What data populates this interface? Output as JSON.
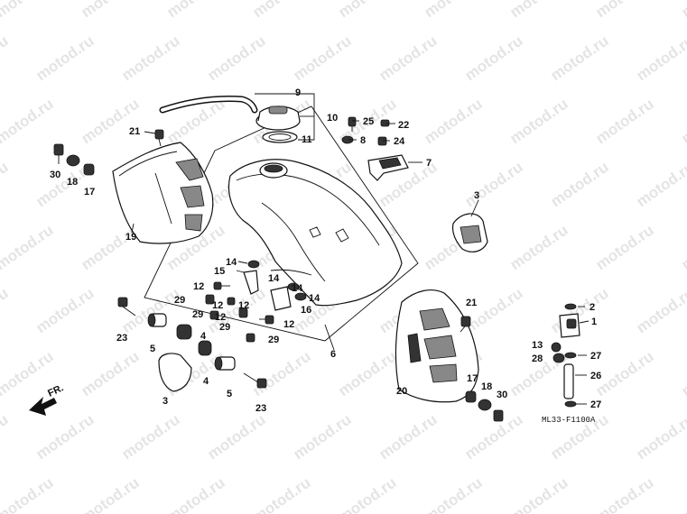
{
  "diagram": {
    "code": "ML33-F1100A",
    "direction_label": "FR.",
    "watermark": "motod.ru",
    "callouts": [
      {
        "id": "c9",
        "text": "9"
      },
      {
        "id": "c10",
        "text": "10"
      },
      {
        "id": "c11",
        "text": "11"
      },
      {
        "id": "c25",
        "text": "25"
      },
      {
        "id": "c22",
        "text": "22"
      },
      {
        "id": "c8",
        "text": "8"
      },
      {
        "id": "c24",
        "text": "24"
      },
      {
        "id": "c7",
        "text": "7"
      },
      {
        "id": "c21a",
        "text": "21"
      },
      {
        "id": "c30a",
        "text": "30"
      },
      {
        "id": "c18a",
        "text": "18"
      },
      {
        "id": "c17a",
        "text": "17"
      },
      {
        "id": "c19",
        "text": "19"
      },
      {
        "id": "c3a",
        "text": "3"
      },
      {
        "id": "c14a",
        "text": "14"
      },
      {
        "id": "c15",
        "text": "15"
      },
      {
        "id": "c12a",
        "text": "12"
      },
      {
        "id": "c29a",
        "text": "29"
      },
      {
        "id": "c12b",
        "text": "12"
      },
      {
        "id": "c14b",
        "text": "14"
      },
      {
        "id": "c14c",
        "text": "14"
      },
      {
        "id": "c16",
        "text": "16"
      },
      {
        "id": "c29b",
        "text": "29"
      },
      {
        "id": "c12c",
        "text": "12"
      },
      {
        "id": "c12d",
        "text": "12"
      },
      {
        "id": "c29c",
        "text": "29"
      },
      {
        "id": "c29d",
        "text": "29"
      },
      {
        "id": "c23a",
        "text": "23"
      },
      {
        "id": "c5a",
        "text": "5"
      },
      {
        "id": "c4a",
        "text": "4"
      },
      {
        "id": "c3b",
        "text": "3"
      },
      {
        "id": "c4b",
        "text": "4"
      },
      {
        "id": "c5b",
        "text": "5"
      },
      {
        "id": "c23b",
        "text": "23"
      },
      {
        "id": "c6",
        "text": "6"
      },
      {
        "id": "c21b",
        "text": "21"
      },
      {
        "id": "c20",
        "text": "20"
      },
      {
        "id": "c17b",
        "text": "17"
      },
      {
        "id": "c18b",
        "text": "18"
      },
      {
        "id": "c30b",
        "text": "30"
      },
      {
        "id": "c2",
        "text": "2"
      },
      {
        "id": "c1",
        "text": "1"
      },
      {
        "id": "c13",
        "text": "13"
      },
      {
        "id": "c28",
        "text": "28"
      },
      {
        "id": "c27a",
        "text": "27"
      },
      {
        "id": "c26",
        "text": "26"
      },
      {
        "id": "c27b",
        "text": "27"
      }
    ]
  }
}
